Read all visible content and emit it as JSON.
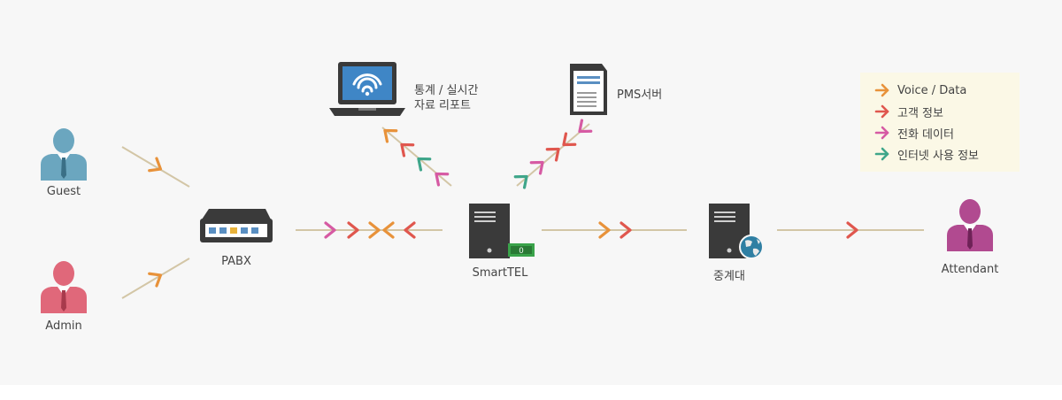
{
  "nodes": {
    "guest": "Guest",
    "admin": "Admin",
    "pabx": "PABX",
    "smarttel": "SmartTEL",
    "relay": "중계대",
    "attendant": "Attendant",
    "report_line1": "통계 / 실시간",
    "report_line2": "자료 리포트",
    "pms": "PMS서버"
  },
  "legend": {
    "items": [
      {
        "label": "Voice / Data",
        "color": "#e8923a"
      },
      {
        "label": "고객 정보",
        "color": "#e0574e"
      },
      {
        "label": "전화 데이터",
        "color": "#d65aa3"
      },
      {
        "label": "인터넷 사용 정보",
        "color": "#3fa68a"
      }
    ]
  },
  "colors": {
    "line": "#d3c6a6",
    "guest_person": "#6ba6bf",
    "admin_person": "#e0687a",
    "attendant_person": "#b14a90",
    "device": "#3a3a3a"
  }
}
